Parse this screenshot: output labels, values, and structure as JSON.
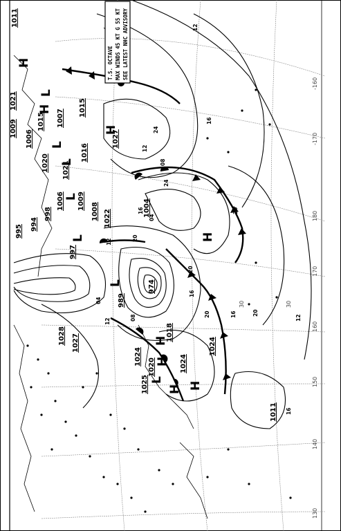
{
  "advisory": {
    "line1": "T.S. OCTAVE",
    "line2": "MAX WINDS 45 KT G 55 KT",
    "line3": "SEE LATEST NHC ADVISORY"
  },
  "pressure_labels": [
    "1011",
    "1021",
    "1015",
    "1009",
    "1006",
    "1007",
    "1015",
    "1027",
    "1016",
    "1020",
    "1021",
    "998",
    "1006",
    "995",
    "994",
    "1009",
    "1008",
    "1022",
    "997",
    "1004",
    "974",
    "989",
    "1028",
    "1027",
    "1018",
    "1024",
    "1020",
    "1024",
    "1025",
    "1011",
    "1024"
  ],
  "center_letters": [
    "H",
    "L",
    "H",
    "L",
    "L",
    "H",
    "L",
    "L",
    "H",
    "L",
    "H",
    "H",
    "H",
    "L",
    "H"
  ],
  "isobar_values": [
    "12",
    "16",
    "20",
    "24",
    "08",
    "04",
    "12",
    "20",
    "16",
    "20",
    "16",
    "20",
    "08",
    "12",
    "04",
    "16",
    "20",
    "12",
    "16",
    "24",
    "12"
  ],
  "grid_labels": [
    "-160",
    "-170",
    "180",
    "170",
    "160",
    "150",
    "140",
    "130",
    "30",
    "30"
  ],
  "colors": {
    "ink": "#000000",
    "background": "#ffffff"
  }
}
